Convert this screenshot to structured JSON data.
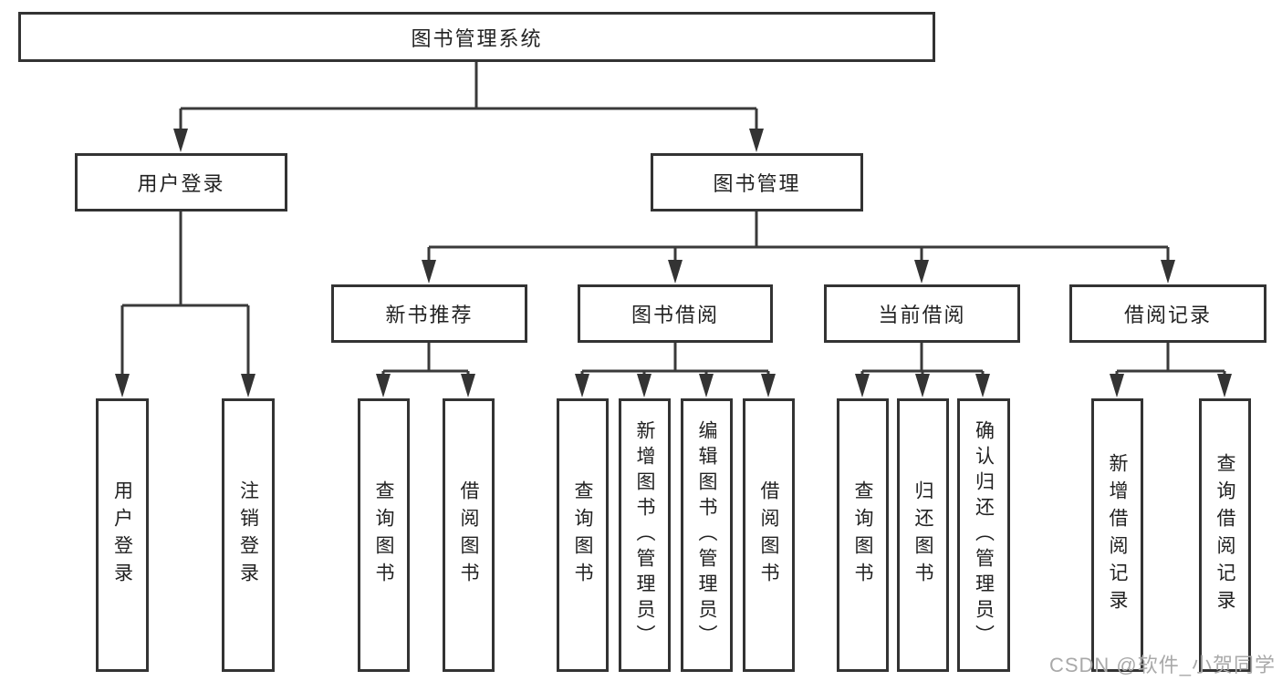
{
  "colors": {
    "line": "#3a3a3a",
    "box-border": "#333333",
    "text": "#222222",
    "watermark": "#a9a9a9",
    "background": "#ffffff"
  },
  "tree": {
    "label": "图书管理系统",
    "children": [
      {
        "label": "用户登录",
        "children": [
          {
            "label": "用户登录"
          },
          {
            "label": "注销登录"
          }
        ]
      },
      {
        "label": "图书管理",
        "children": [
          {
            "label": "新书推荐",
            "children": [
              {
                "label": "查询图书"
              },
              {
                "label": "借阅图书"
              }
            ]
          },
          {
            "label": "图书借阅",
            "children": [
              {
                "label": "查询图书"
              },
              {
                "label": "新增图书（管理员）"
              },
              {
                "label": "编辑图书（管理员）"
              },
              {
                "label": "借阅图书"
              }
            ]
          },
          {
            "label": "当前借阅",
            "children": [
              {
                "label": "查询图书"
              },
              {
                "label": "归还图书"
              },
              {
                "label": "确认归还（管理员）"
              }
            ]
          },
          {
            "label": "借阅记录",
            "children": [
              {
                "label": "新增借阅记录"
              },
              {
                "label": "查询借阅记录"
              }
            ]
          }
        ]
      }
    ]
  },
  "watermark": {
    "text": "CSDN @软件_小贺同学"
  }
}
